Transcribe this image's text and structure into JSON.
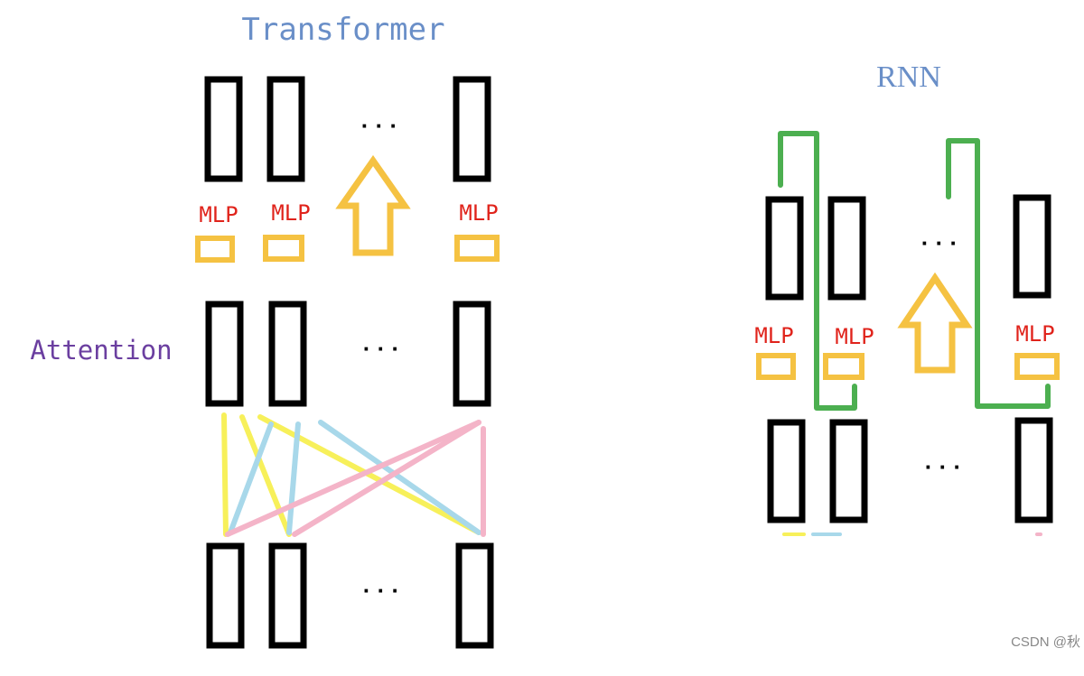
{
  "transformer": {
    "title": "Transformer",
    "attention_label": "Attention",
    "mlp_label": "MLP",
    "dots": "· · ·"
  },
  "rnn": {
    "title": "RNN",
    "mlp_label": "MLP",
    "dots": "· · ·"
  },
  "watermark": "CSDN @秋",
  "colors": {
    "title_blue": "#6a8fc8",
    "attention_purple": "#6b3fa0",
    "mlp_red": "#e0231b",
    "mlp_box": "#f5c242",
    "arrow": "#f5c242",
    "block": "#000000",
    "attn_yellow": "#f7f05a",
    "attn_blue": "#a8d8ea",
    "attn_pink": "#f4b4c8",
    "rnn_green": "#4caf50",
    "watermark": "#888888"
  }
}
